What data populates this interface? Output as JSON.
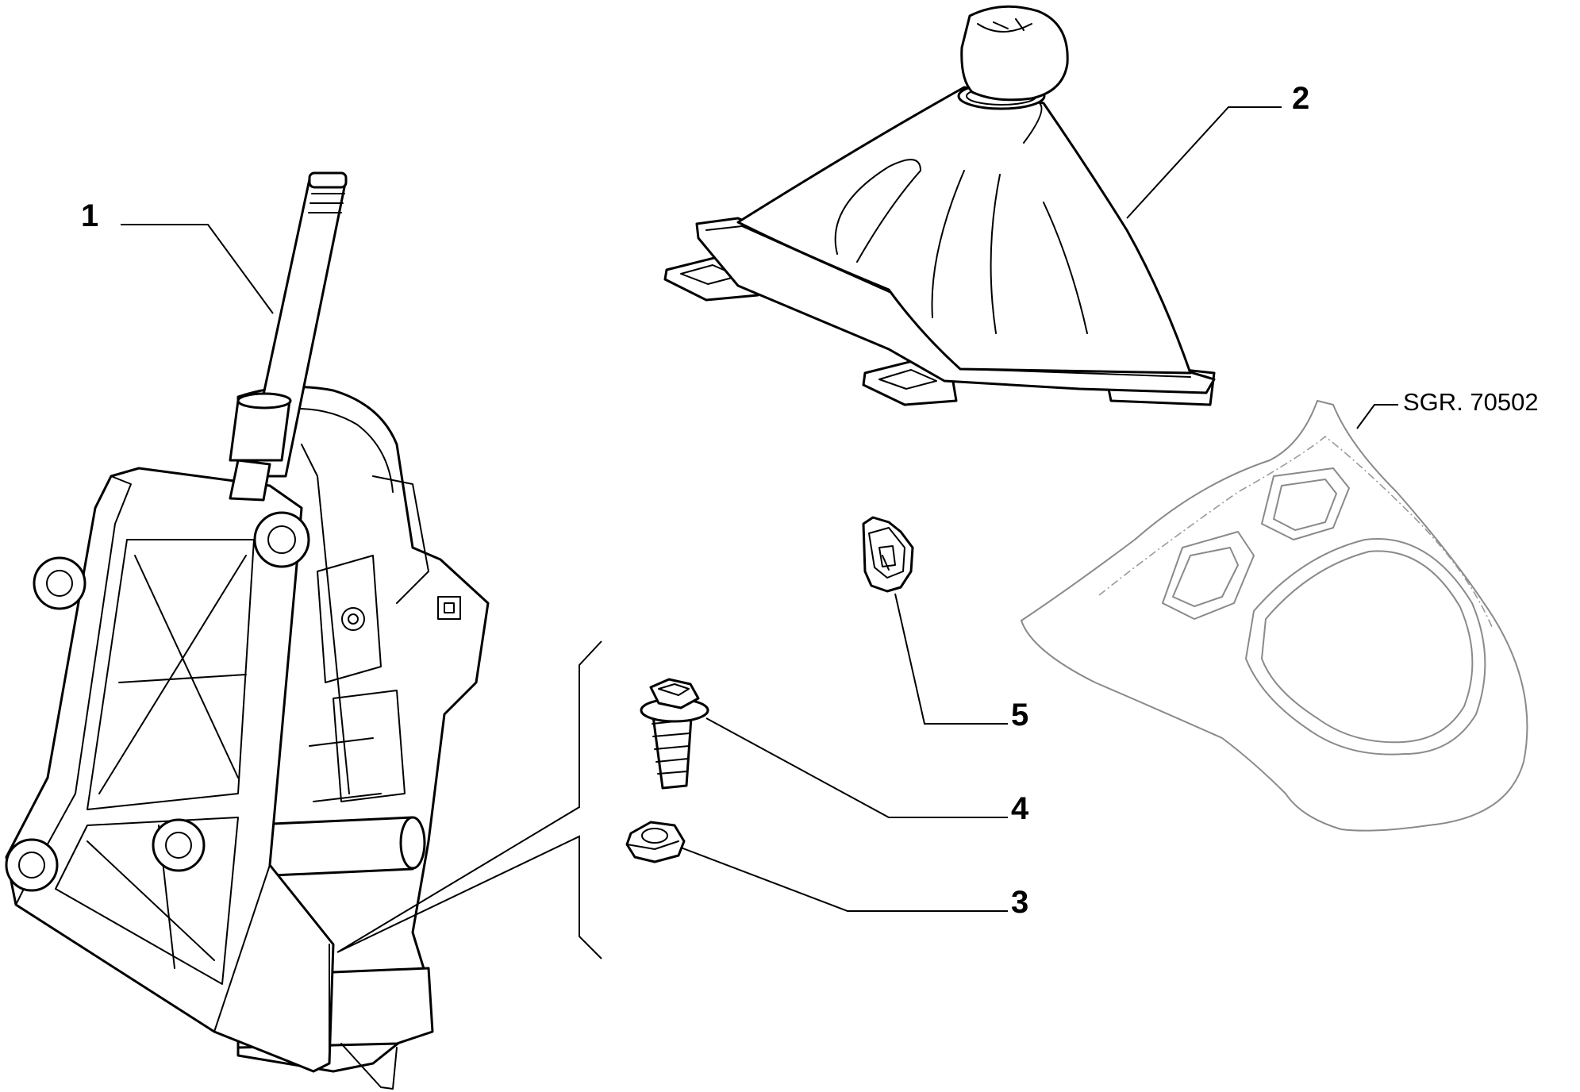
{
  "callouts": {
    "c1": "1",
    "c2": "2",
    "c3": "3",
    "c4": "4",
    "c5": "5"
  },
  "reference": "SGR. 70502",
  "colors": {
    "line": "#000000",
    "reference_part": "#8a8a8a",
    "background": "#ffffff"
  }
}
